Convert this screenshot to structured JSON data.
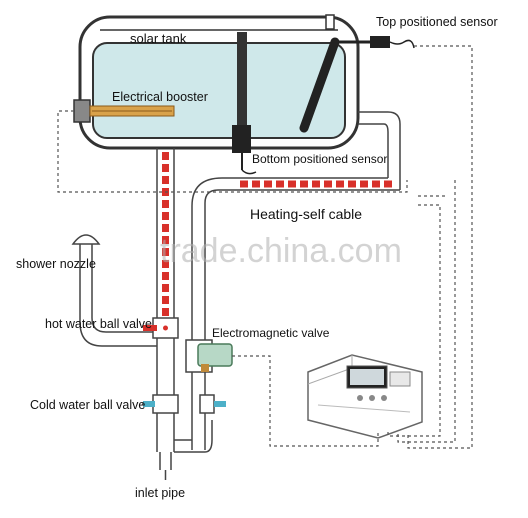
{
  "labels": {
    "tank": "solar tank",
    "top_sensor": "Top positioned sensor",
    "booster": "Electrical booster",
    "bottom_sensor": "Bottom positioned sensor",
    "heating_cable": "Heating-self cable",
    "shower_nozzle": "shower nozzle",
    "hot_valve": "hot water ball valve",
    "electromagnetic_valve": "Electromagnetic valve",
    "cold_valve": "Cold water ball valve",
    "inlet_pipe": "inlet pipe"
  },
  "watermark": "trade.china.com",
  "colors": {
    "water": "#cfe8ea",
    "tank_outline": "#333333",
    "heating_cable": "#d8302a",
    "booster": "#d9a24a",
    "valve_handle": "#d8302a",
    "cold_handle": "#4db0c8",
    "solenoid": "#b7d8c6"
  }
}
